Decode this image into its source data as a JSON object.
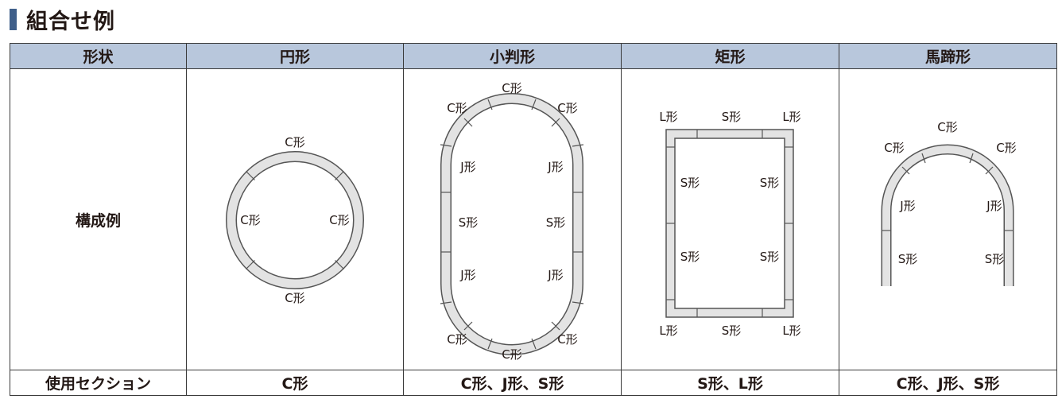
{
  "title": "組合せ例",
  "table": {
    "header": [
      "形状",
      "円形",
      "小判形",
      "矩形",
      "馬蹄形"
    ],
    "row_label": "構成例",
    "footer_label": "使用セクション",
    "footer": [
      "C形",
      "C形、J形、S形",
      "S形、L形",
      "C形、J形、S形"
    ]
  },
  "labels": {
    "c": "C形",
    "j": "J形",
    "s": "S形",
    "l": "L形"
  },
  "colors": {
    "accent": "#3f5f8a",
    "header_bg": "#b8c7dc",
    "track_fill": "#e3e3e3",
    "track_stroke": "#555555"
  }
}
